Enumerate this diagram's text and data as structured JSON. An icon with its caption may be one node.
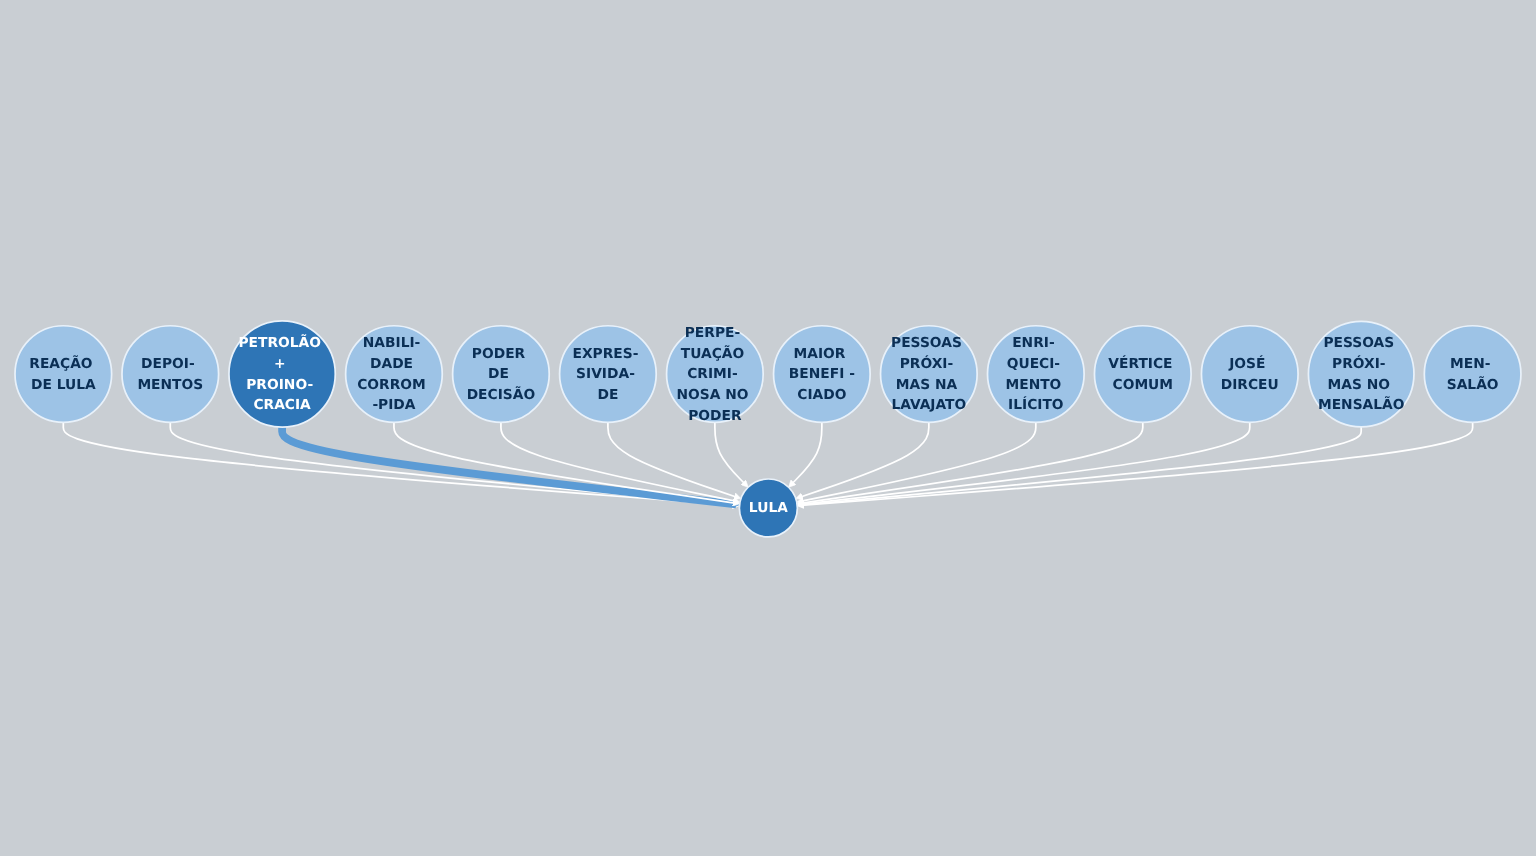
{
  "diagram": {
    "nodes": [
      {
        "text": [
          "REAÇÃO DE LULA"
        ]
      },
      {
        "text": [
          "DEPOI- MENTOS"
        ]
      },
      {
        "text": [
          "PETROLÃO + PROINO- CRACIA"
        ]
      },
      {
        "text": [
          "NABILI- DADE CORROM -PIDA"
        ]
      },
      {
        "text": [
          "PODER DE DECISÃO"
        ]
      },
      {
        "text": [
          "EXPRES- SIVIDA- DE"
        ]
      },
      {
        "text": [
          "LULA"
        ]
      },
      {
        "text": [
          "PERPE- TUAÇÃO CRIMI- NOSA NO PODER"
        ]
      },
      {
        "text": [
          "MAIOR BENEFI -CIADO"
        ]
      },
      {
        "text": [
          "PESSOAS PRÓXI- MAS NA LAVAJATO"
        ]
      },
      {
        "text": [
          "ENRI- QUECI- MENTO ILÍCITO"
        ]
      },
      {
        "text": [
          "VÉRTICE COMUM"
        ]
      },
      {
        "text": [
          "JOSÉ DIRCEU"
        ]
      },
      {
        "text": [
          "PESSOAS PRÓXI- MAS NO MENSALÃO"
        ]
      },
      {
        "text": [
          "MEN- SALÃO"
        ]
      }
    ],
    "edges": [
      {
        "from": 0,
        "to": 6,
        "arrow": "to"
      },
      {
        "from": 1,
        "to": 6,
        "arrow": "to"
      },
      {
        "from": 2,
        "to": 6,
        "arrow": "to",
        "style": "thick",
        "color": "#5b9bd5"
      },
      {
        "from": 3,
        "to": 6,
        "arrow": "to"
      },
      {
        "from": 4,
        "to": 6,
        "arrow": "to"
      },
      {
        "from": 5,
        "to": 6,
        "arrow": "to"
      },
      {
        "from": 7,
        "to": 6,
        "arrow": "to"
      },
      {
        "from": 8,
        "to": 6,
        "arrow": "to"
      },
      {
        "from": 9,
        "to": 6,
        "arrow": "to"
      },
      {
        "from": 10,
        "to": 6,
        "arrow": "to"
      },
      {
        "from": 11,
        "to": 6,
        "arrow": "to"
      },
      {
        "from": 12,
        "to": 6,
        "arrow": "to"
      },
      {
        "from": 13,
        "to": 6,
        "arrow": "to"
      },
      {
        "from": 14,
        "to": 6,
        "arrow": "to"
      }
    ]
  }
}
